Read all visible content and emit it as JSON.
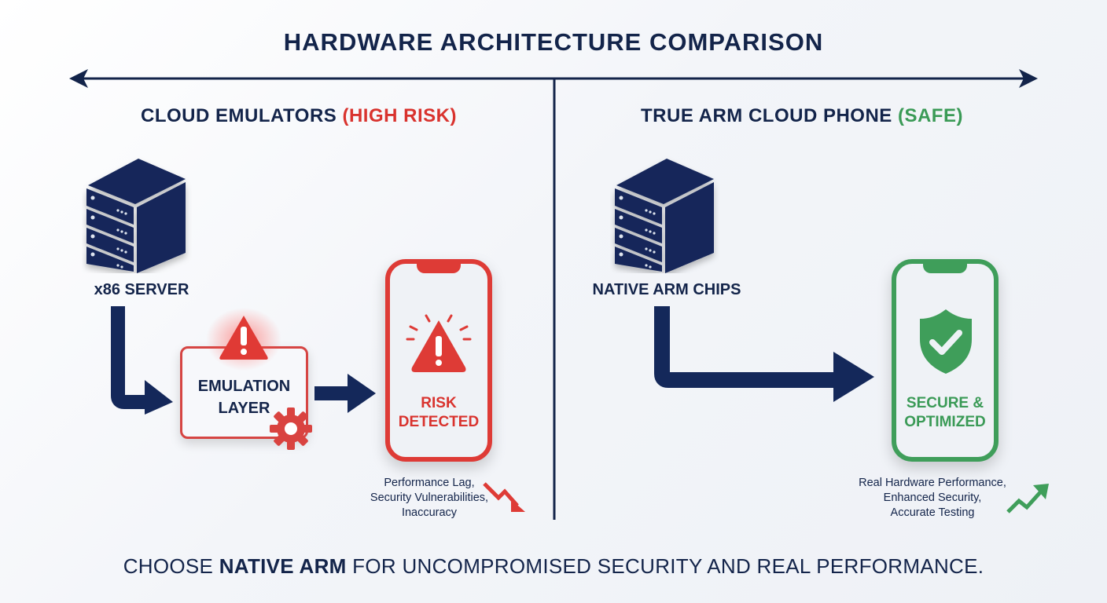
{
  "title": "HARDWARE ARCHITECTURE COMPARISON",
  "colors": {
    "navy": "#13244a",
    "risk_red": "#d9332e",
    "safe_green": "#3a9a56",
    "background": "#f3f5f9"
  },
  "left": {
    "heading": "CLOUD EMULATORS",
    "heading_tag": "(HIGH RISK)",
    "server_label": "x86 SERVER",
    "server_icon": "server-rack-icon",
    "layer_line1": "EMULATION",
    "layer_line2": "LAYER",
    "layer_icons": [
      "warning-triangle-icon",
      "gear-icon"
    ],
    "phone_line1": "RISK",
    "phone_line2": "DETECTED",
    "phone_icon": "alert-triangle-icon",
    "notes": [
      "Performance Lag,",
      "Security Vulnerabilities,",
      "Inaccuracy"
    ],
    "trend_icon": "trend-down-icon"
  },
  "right": {
    "heading": "TRUE ARM CLOUD PHONE",
    "heading_tag": "(SAFE)",
    "server_label": "NATIVE ARM CHIPS",
    "server_icon": "server-rack-icon",
    "phone_line1": "SECURE &",
    "phone_line2": "OPTIMIZED",
    "phone_icon": "shield-check-icon",
    "notes": [
      "Real Hardware Performance,",
      "Enhanced Security,",
      "Accurate Testing"
    ],
    "trend_icon": "trend-up-icon"
  },
  "footer": {
    "prefix": "CHOOSE ",
    "emphasis": "NATIVE ARM",
    "suffix": " FOR UNCOMPROMISED SECURITY AND REAL PERFORMANCE."
  }
}
